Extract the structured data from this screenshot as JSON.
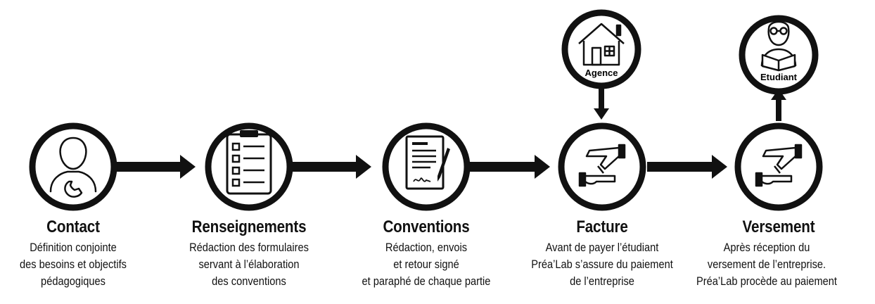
{
  "colors": {
    "ink": "#111111",
    "background": "#ffffff"
  },
  "steps": [
    {
      "title": "Contact",
      "icon": "user-phone-icon",
      "lines": [
        "Définition conjointe",
        "des besoins et objectifs",
        "pédagogiques"
      ]
    },
    {
      "title": "Renseignements",
      "icon": "checklist-clipboard-icon",
      "lines": [
        "Rédaction des formulaires",
        "servant à l’élaboration",
        "des conventions"
      ]
    },
    {
      "title": "Conventions",
      "icon": "signed-document-pen-icon",
      "lines": [
        "Rédaction, envois",
        "et retour signé",
        "et paraphé de chaque partie"
      ]
    },
    {
      "title": "Facture",
      "icon": "handshake-payment-icon",
      "lines": [
        "Avant de payer l’étudiant",
        "Préa’Lab s’assure du paiement",
        "de l’entreprise"
      ]
    },
    {
      "title": "Versement",
      "icon": "handshake-payment-icon",
      "lines": [
        "Après réception du",
        "versement de l’entreprise.",
        "Préa’Lab procède au paiement"
      ]
    }
  ],
  "actors": {
    "agence": {
      "label": "Agence",
      "icon": "house-icon"
    },
    "etudiant": {
      "label": "Etudiant",
      "icon": "student-reading-icon"
    }
  }
}
